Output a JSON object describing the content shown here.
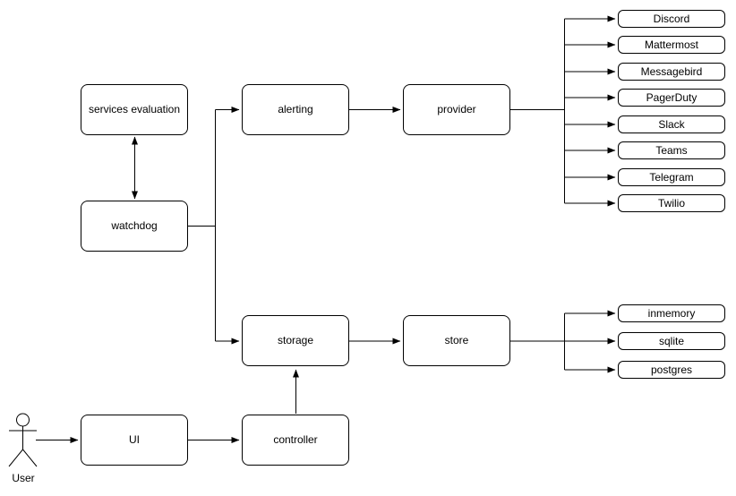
{
  "diagram": {
    "background": "#ffffff",
    "stroke_color": "#000000",
    "node_fill": "#ffffff",
    "text_color": "#000000"
  },
  "actor": {
    "label": "User"
  },
  "nodes": {
    "services_evaluation": {
      "label": "services evaluation"
    },
    "watchdog": {
      "label": "watchdog"
    },
    "alerting": {
      "label": "alerting"
    },
    "provider": {
      "label": "provider"
    },
    "storage": {
      "label": "storage"
    },
    "store": {
      "label": "store"
    },
    "ui": {
      "label": "UI"
    },
    "controller": {
      "label": "controller"
    }
  },
  "provider_targets": [
    "Discord",
    "Mattermost",
    "Messagebird",
    "PagerDuty",
    "Slack",
    "Teams",
    "Telegram",
    "Twilio"
  ],
  "store_targets": [
    "inmemory",
    "sqlite",
    "postgres"
  ],
  "edges": [
    {
      "from": "watchdog",
      "to": "services evaluation",
      "type": "bidirectional"
    },
    {
      "from": "watchdog",
      "to": "alerting",
      "type": "arrow"
    },
    {
      "from": "watchdog",
      "to": "storage",
      "type": "arrow"
    },
    {
      "from": "alerting",
      "to": "provider",
      "type": "arrow"
    },
    {
      "from": "provider",
      "to": [
        "Discord",
        "Mattermost",
        "Messagebird",
        "PagerDuty",
        "Slack",
        "Teams",
        "Telegram",
        "Twilio"
      ],
      "type": "arrow-fanout"
    },
    {
      "from": "storage",
      "to": "store",
      "type": "arrow"
    },
    {
      "from": "store",
      "to": [
        "inmemory",
        "sqlite",
        "postgres"
      ],
      "type": "arrow-fanout"
    },
    {
      "from": "User",
      "to": "UI",
      "type": "arrow"
    },
    {
      "from": "UI",
      "to": "controller",
      "type": "arrow"
    },
    {
      "from": "controller",
      "to": "storage",
      "type": "arrow"
    }
  ]
}
